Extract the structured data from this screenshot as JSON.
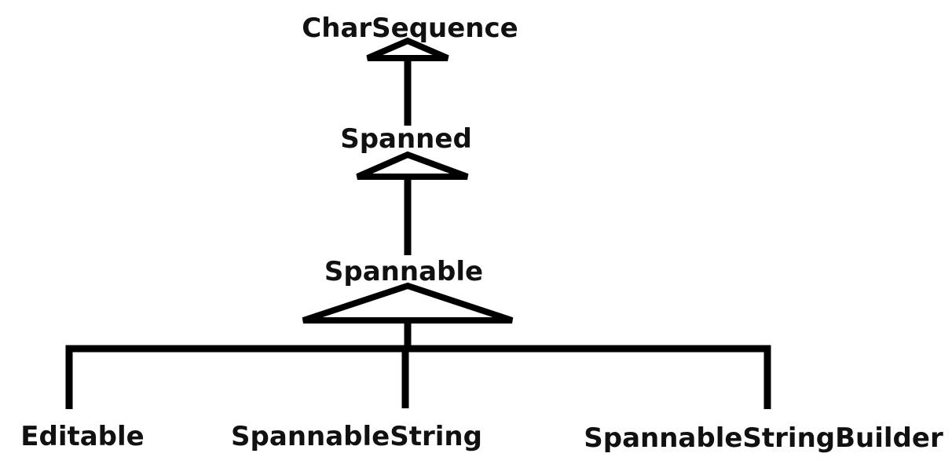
{
  "diagram": {
    "type": "class-hierarchy",
    "nodes": [
      {
        "id": "charsequence",
        "label": "CharSequence"
      },
      {
        "id": "spanned",
        "label": "Spanned"
      },
      {
        "id": "spannable",
        "label": "Spannable"
      },
      {
        "id": "editable",
        "label": "Editable"
      },
      {
        "id": "spannablestring",
        "label": "SpannableString"
      },
      {
        "id": "spannablestringbuilder",
        "label": "SpannableStringBuilder"
      }
    ],
    "edges": [
      {
        "from": "spanned",
        "to": "charsequence",
        "kind": "inheritance"
      },
      {
        "from": "spannable",
        "to": "spanned",
        "kind": "inheritance"
      },
      {
        "from": "editable",
        "to": "spannable",
        "kind": "inheritance"
      },
      {
        "from": "spannablestring",
        "to": "spannable",
        "kind": "inheritance"
      },
      {
        "from": "spannablestringbuilder",
        "to": "spannable",
        "kind": "inheritance"
      }
    ],
    "colors": {
      "line": "#000000",
      "text": "#111111",
      "background": "#ffffff"
    }
  }
}
